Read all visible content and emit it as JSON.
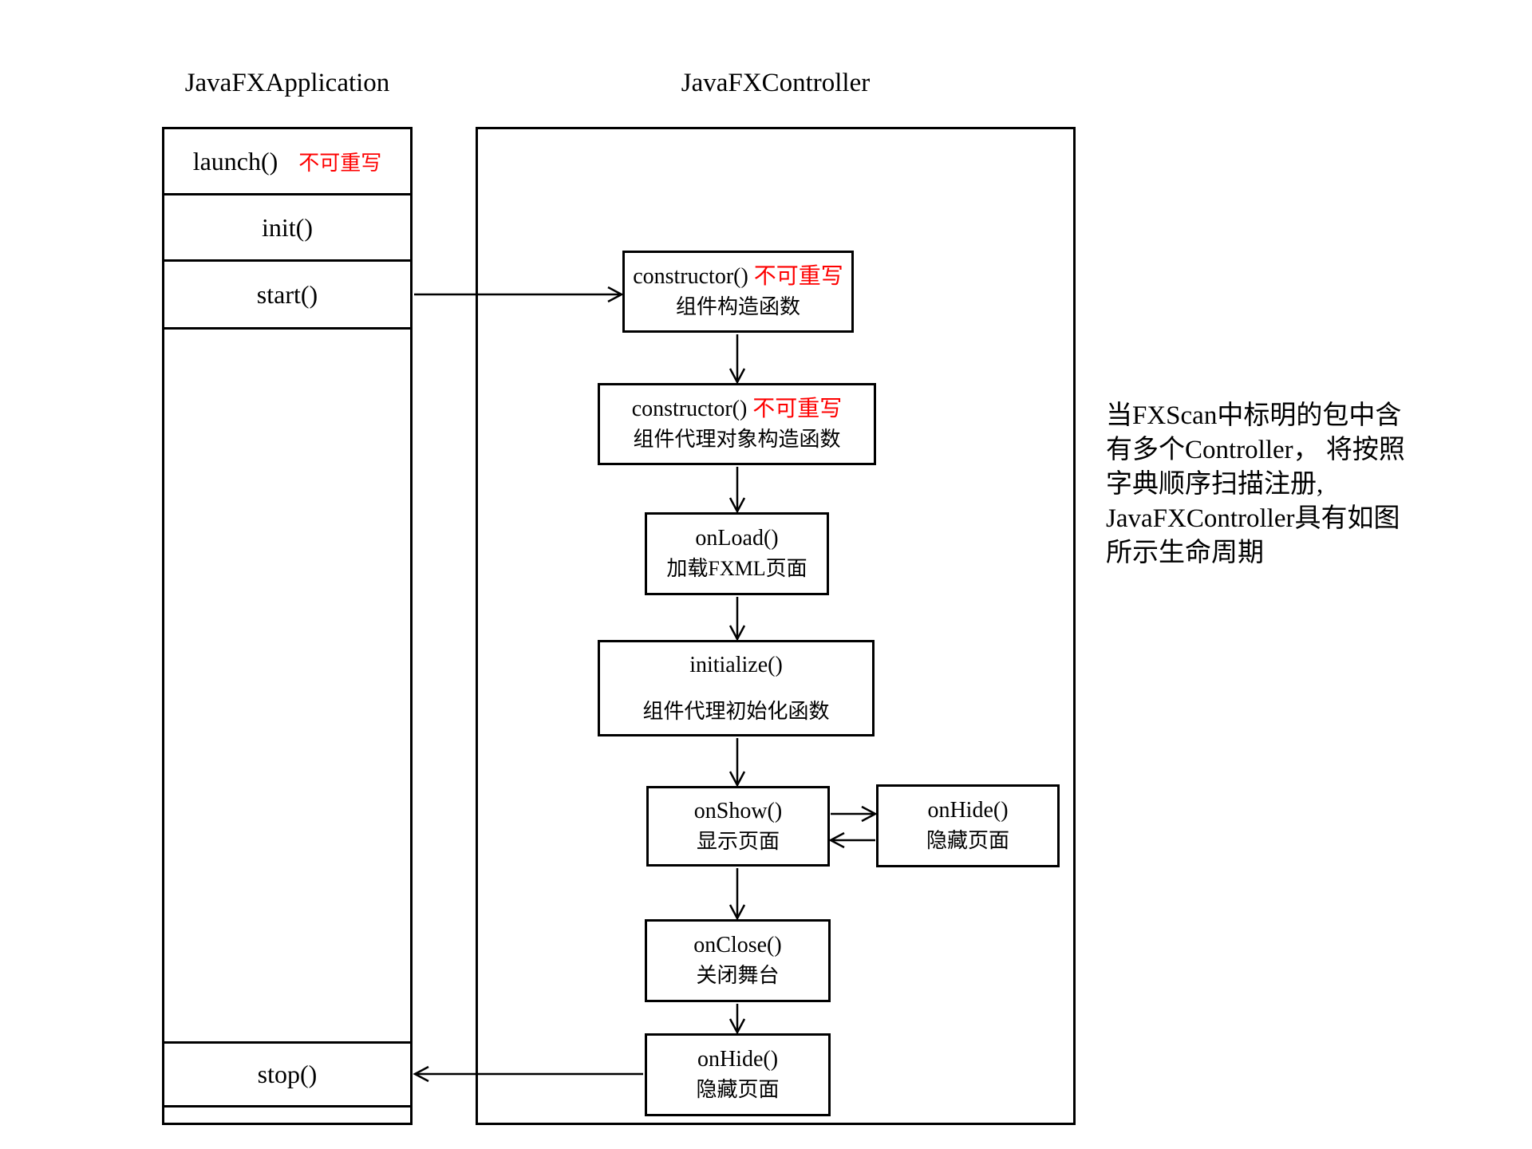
{
  "titles": {
    "left": "JavaFXApplication",
    "right": "JavaFXController"
  },
  "colors": {
    "border": "#000000",
    "note_red": "#fe0000",
    "background": "#ffffff"
  },
  "application": {
    "rows": {
      "launch": {
        "label": "launch()",
        "note": "不可重写"
      },
      "init": {
        "label": "init()"
      },
      "start": {
        "label": "start()"
      },
      "stop": {
        "label": "stop()"
      }
    }
  },
  "controller": {
    "boxes": [
      {
        "title": "constructor()",
        "note": "不可重写",
        "subtitle": "组件构造函数"
      },
      {
        "title": "constructor()",
        "note": "不可重写",
        "subtitle": "组件代理对象构造函数"
      },
      {
        "title": "onLoad()",
        "subtitle": "加载FXML页面"
      },
      {
        "title": "initialize()",
        "subtitle": "组件代理初始化函数"
      },
      {
        "title": "onShow()",
        "subtitle": "显示页面"
      },
      {
        "title": "onHide()",
        "subtitle": "隐藏页面"
      },
      {
        "title": "onClose()",
        "subtitle": "关闭舞台"
      },
      {
        "title": "onHide()",
        "subtitle": "隐藏页面"
      }
    ]
  },
  "annotation": {
    "lines": [
      "当FXScan中标明的包中含",
      "有多个Controller， 将按照",
      "字典顺序扫描注册,",
      "JavaFXController具有如图",
      "所示生命周期"
    ]
  }
}
